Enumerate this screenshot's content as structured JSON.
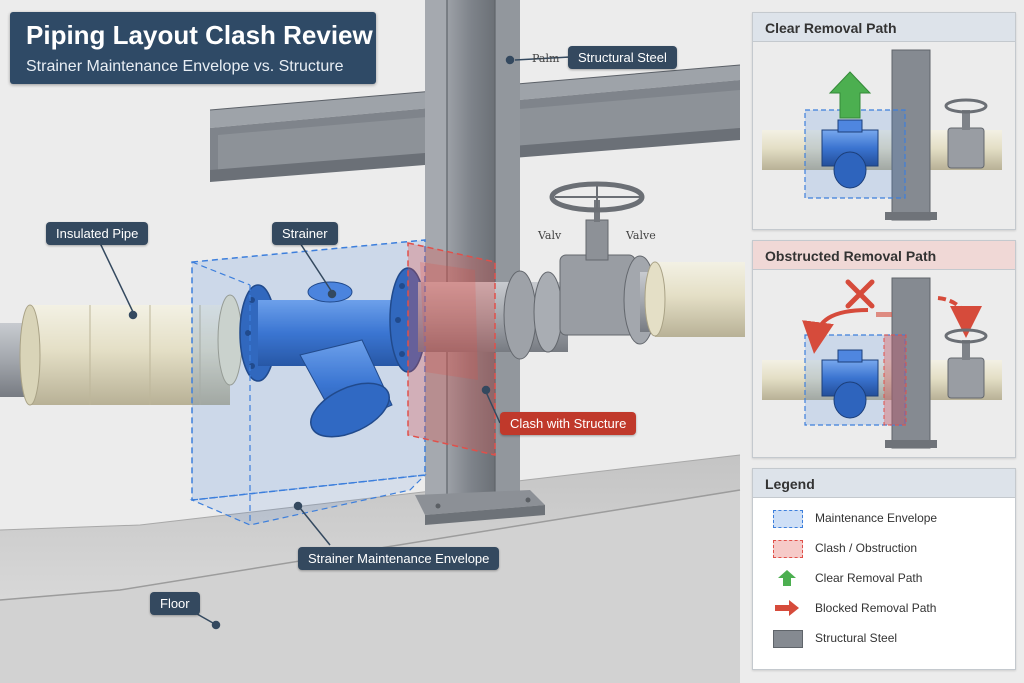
{
  "header": {
    "title": "Piping Layout Clash Review",
    "subtitle": "Strainer Maintenance Envelope vs. Structure"
  },
  "labels": {
    "structural_steel": "Structural Steel",
    "structural_steel_note": "Palm",
    "insulated_pipe": "Insulated Pipe",
    "strainer": "Strainer",
    "valve_note_left": "Valv",
    "valve_note_right": "Valve",
    "clash": "Clash with Structure",
    "envelope": "Strainer Maintenance Envelope",
    "floor": "Floor"
  },
  "panels": {
    "clear": {
      "title": "Clear Removal Path"
    },
    "obstructed": {
      "title": "Obstructed Removal Path"
    }
  },
  "legend": {
    "title": "Legend",
    "items": [
      {
        "label": "Maintenance Envelope",
        "icon": "envelope-swatch"
      },
      {
        "label": "Clash / Obstruction",
        "icon": "clash-swatch"
      },
      {
        "label": "Clear Removal Path",
        "icon": "green-arrow-up-icon"
      },
      {
        "label": "Blocked Removal Path",
        "icon": "red-arrow-right-icon"
      },
      {
        "label": "Structural Steel",
        "icon": "steel-swatch"
      }
    ]
  },
  "colors": {
    "envelope": "#3d7fdc",
    "clash": "#e0504a",
    "clear_path": "#4caf50",
    "blocked_path": "#d64b3b",
    "steel": "#858a91",
    "strainer": "#3b74d0",
    "callout": "#34495f"
  }
}
